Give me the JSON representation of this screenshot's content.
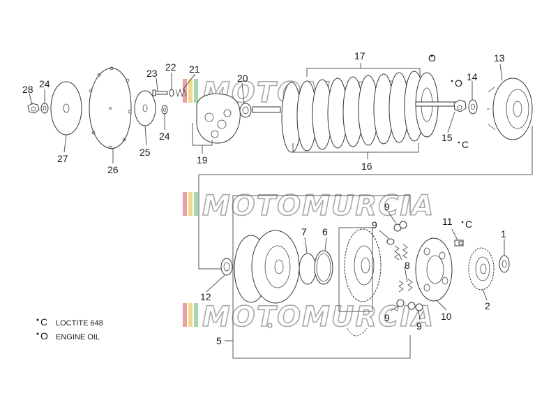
{
  "watermark": {
    "text": "MOTOMURCIA",
    "colors": [
      "#e8a0a0",
      "#f0d890",
      "#a8d8a8"
    ]
  },
  "legend": [
    {
      "symbol": "°C",
      "label": "LOCTITE 648"
    },
    {
      "symbol": "°O",
      "label": "ENGINE OIL"
    }
  ],
  "callouts": {
    "p1": "1",
    "p2": "2",
    "p5": "5",
    "p6": "6",
    "p7": "7",
    "p8": "8",
    "p9a": "9",
    "p9b": "9",
    "p9c": "9",
    "p9d": "9",
    "p10": "10",
    "p11": "11",
    "p11c": "C",
    "p12": "12",
    "p13": "13",
    "p14": "14",
    "p15": "15",
    "p15c": "C",
    "p16": "16",
    "p17": "17",
    "p17o": "O",
    "p14o": "O",
    "p19": "19",
    "p20": "20",
    "p21": "21",
    "p22": "22",
    "p23": "23",
    "p24a": "24",
    "p24b": "24",
    "p25": "25",
    "p26": "26",
    "p27": "27",
    "p28": "28"
  },
  "colors": {
    "line": "#555555",
    "ink": "#1a1a1a"
  }
}
